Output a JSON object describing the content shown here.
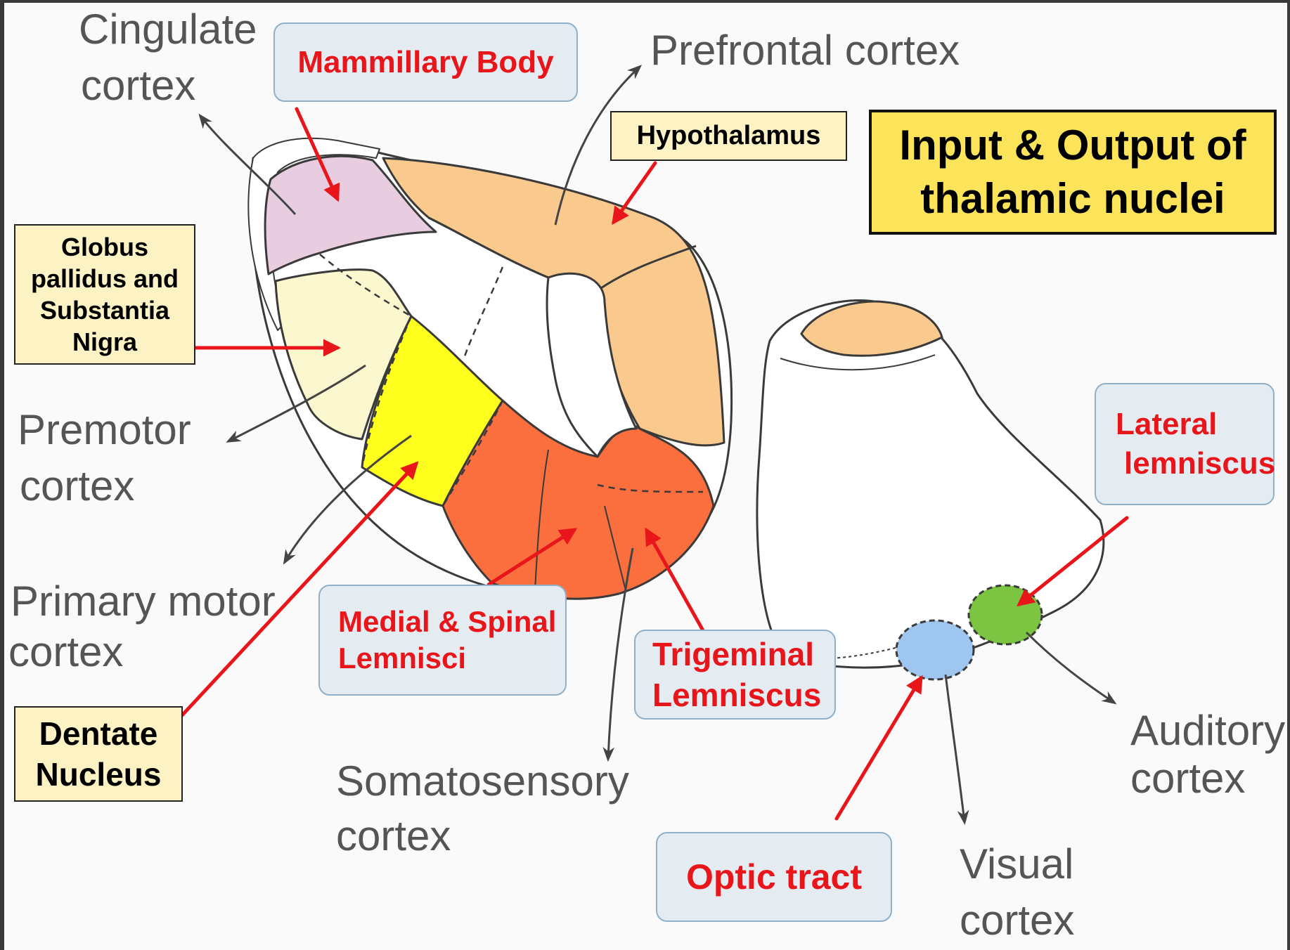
{
  "title": {
    "line1": "Input & Output of",
    "line2": "thalamic nuclei"
  },
  "cortex_labels": {
    "cingulate": [
      "Cingulate",
      "cortex"
    ],
    "prefrontal": [
      "Prefrontal cortex"
    ],
    "premotor": [
      "Premotor",
      "cortex"
    ],
    "primary_motor": [
      "Primary motor",
      "cortex"
    ],
    "somatosensory": [
      "Somatosensory",
      "cortex"
    ],
    "visual": [
      "Visual",
      "cortex"
    ],
    "auditory": [
      "Auditory",
      "cortex"
    ]
  },
  "input_labels": {
    "mammillary_body": "Mammillary Body",
    "hypothalamus": "Hypothalamus",
    "globus_pallidus": [
      "Globus",
      "pallidus and",
      "Substantia",
      "Nigra"
    ],
    "dentate_nucleus": [
      "Dentate",
      "Nucleus"
    ],
    "medial_spinal_lemnisci": [
      "Medial & Spinal",
      "Lemnisci"
    ],
    "trigeminal_lemniscus": [
      "Trigeminal",
      "Lemniscus"
    ],
    "lateral_lemniscus": [
      "Lateral",
      "lemniscus"
    ],
    "optic_tract": "Optic tract"
  },
  "colors": {
    "anterior_nucleus": "#e8cde0",
    "dorsomedial": "#f9c98e",
    "ventral_anterior": "#fbf7cf",
    "ventral_lateral": "#ffff1e",
    "ventral_posterior": "#fb6e3e",
    "lateral_geniculate": "#9fc6ee",
    "medial_geniculate": "#7cc542",
    "arrow_red": "#e8161a",
    "title_bg": "#fce45a"
  }
}
